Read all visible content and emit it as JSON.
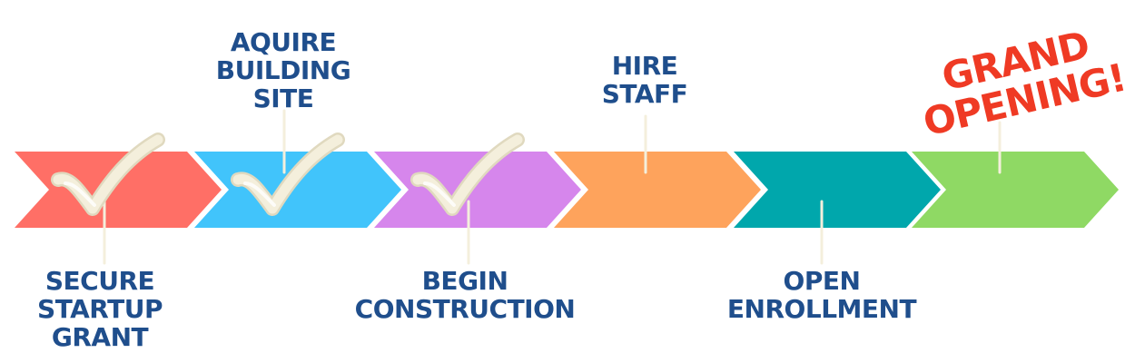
{
  "steps": [
    {
      "color": "#ff6f66",
      "checked": true,
      "label_position": "below",
      "label": [
        "SECURE",
        "STARTUP",
        "GRANT"
      ]
    },
    {
      "color": "#41c4fb",
      "checked": true,
      "label_position": "above",
      "label": [
        "AQUIRE",
        "BUILDING",
        "SITE"
      ]
    },
    {
      "color": "#d686ec",
      "checked": true,
      "label_position": "below",
      "label": [
        "BEGIN",
        "CONSTRUCTION"
      ]
    },
    {
      "color": "#fea35c",
      "checked": false,
      "label_position": "above",
      "label": [
        "HIRE",
        "STAFF"
      ]
    },
    {
      "color": "#00a7ac",
      "checked": false,
      "label_position": "below",
      "label": [
        "OPEN",
        "ENROLLMENT"
      ]
    },
    {
      "color": "#8fd964",
      "checked": false,
      "label_position": "above",
      "label": [
        "GRAND",
        "OPENING!"
      ],
      "highlight_color": "#ef3a24"
    }
  ],
  "checkmark_color": "#f4efdc",
  "connector_color": "#f4efdc"
}
